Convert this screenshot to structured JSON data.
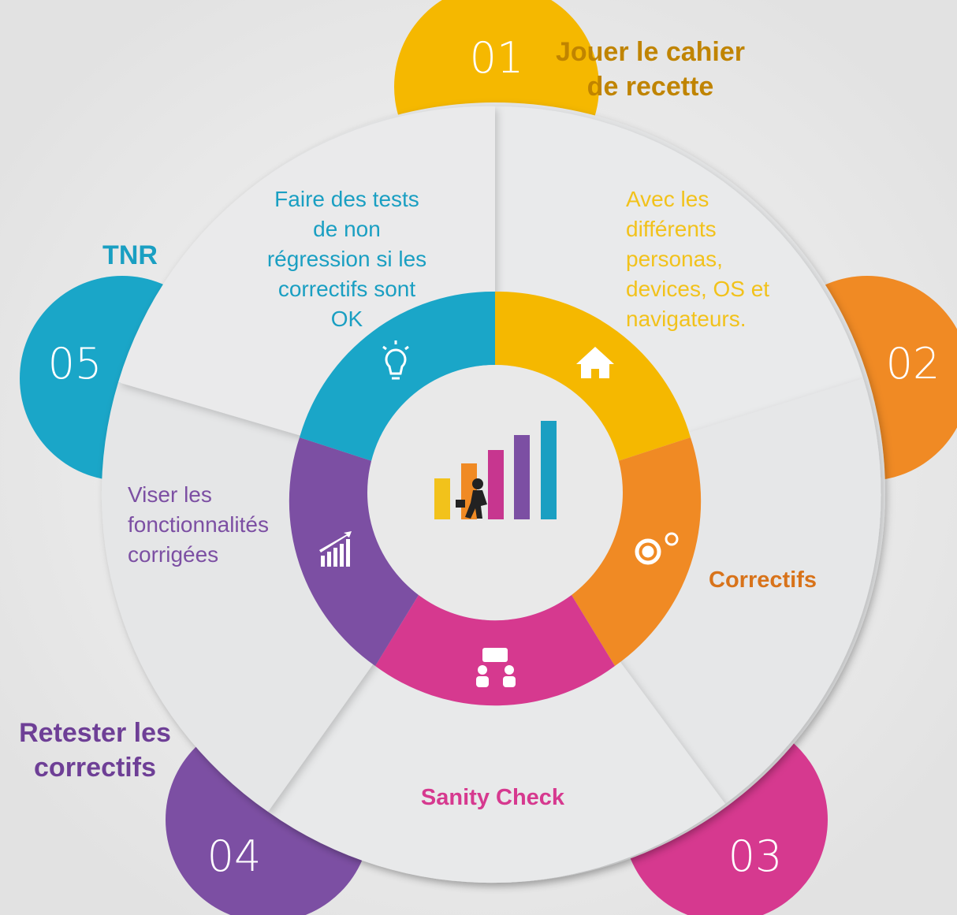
{
  "steps": [
    {
      "number": "01",
      "title_line1": "Jouer le cahier",
      "title_line2": "de recette",
      "description": [
        "Avec les",
        "différents",
        "personas,",
        "devices, OS et",
        "navigateurs."
      ],
      "icon": "home-icon",
      "color": "#f5b800"
    },
    {
      "number": "02",
      "title": "Correctifs",
      "icon": "gears-icon",
      "color": "#f08a24"
    },
    {
      "number": "03",
      "title": "Sanity Check",
      "icon": "people-chat-icon",
      "color": "#d6398f"
    },
    {
      "number": "04",
      "title_line1": "Retester les",
      "title_line2": "correctifs",
      "description": [
        "Viser les",
        "fonctionnalités",
        "corrigées"
      ],
      "icon": "growth-chart-icon",
      "color": "#7c4fa3"
    },
    {
      "number": "05",
      "title": "TNR",
      "description": [
        "Faire des tests",
        "de non",
        "régression si les",
        "correctifs sont",
        "OK"
      ],
      "icon": "lightbulb-icon",
      "color": "#1aa6c8"
    }
  ],
  "center_icon": "businessman-bar-chart-icon",
  "colors": {
    "background": "#ececec",
    "panel": "#e6e7e8",
    "hub": "#e9e9e9",
    "title01": "#c08400",
    "title02": "#d8731a",
    "desc01": "#f2c21b",
    "title03": "#d6398f",
    "title04": "#7c4fa3",
    "title05": "#1a9fc2"
  }
}
